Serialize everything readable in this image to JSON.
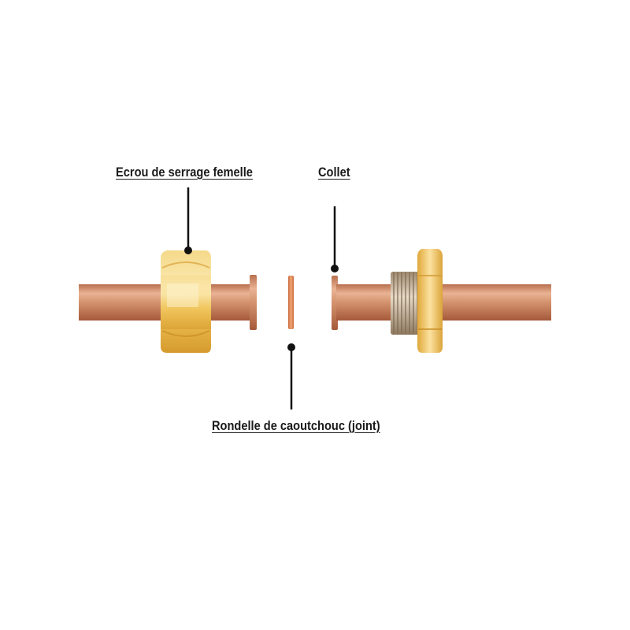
{
  "labels": {
    "nut": "Ecrou de serrage femelle",
    "collar": "Collet",
    "washer": "Rondelle de caoutchouc (joint)"
  },
  "colors": {
    "copper": "#d89a78",
    "brass": "#f0c45a",
    "washer": "#e08a52",
    "thread": "#c9b79c",
    "leader": "#111111"
  }
}
